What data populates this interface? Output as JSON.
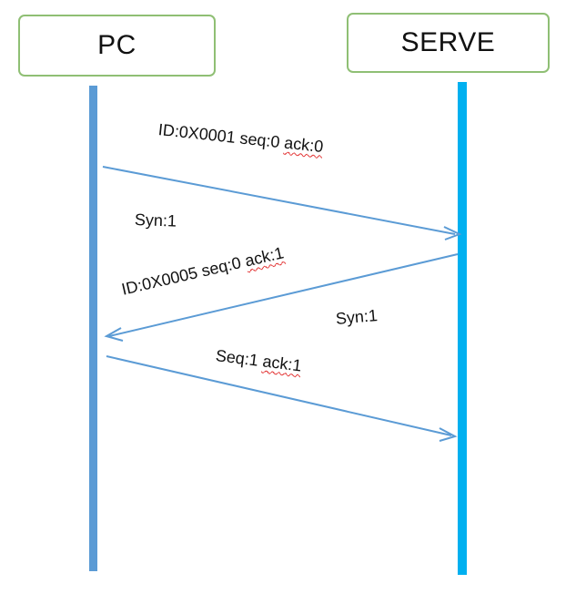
{
  "actors": {
    "pc": "PC",
    "server": "SERVE"
  },
  "messages": {
    "m1": {
      "id_seq": "ID:0X0001 seq:0 ",
      "ack": "ack:0",
      "flag": "Syn:1"
    },
    "m2": {
      "id_seq": "ID:0X0005 seq:0 ",
      "ack": "ack:1",
      "flag": "Syn:1"
    },
    "m3": {
      "seq": "Seq:1 ",
      "ack": "ack:1"
    }
  },
  "colors": {
    "actor_border": "#8fbf74",
    "pc_lifeline": "#5b9bd5",
    "server_lifeline": "#00b0f0",
    "arrow": "#5b9bd5",
    "spell_underline": "#e23030"
  }
}
